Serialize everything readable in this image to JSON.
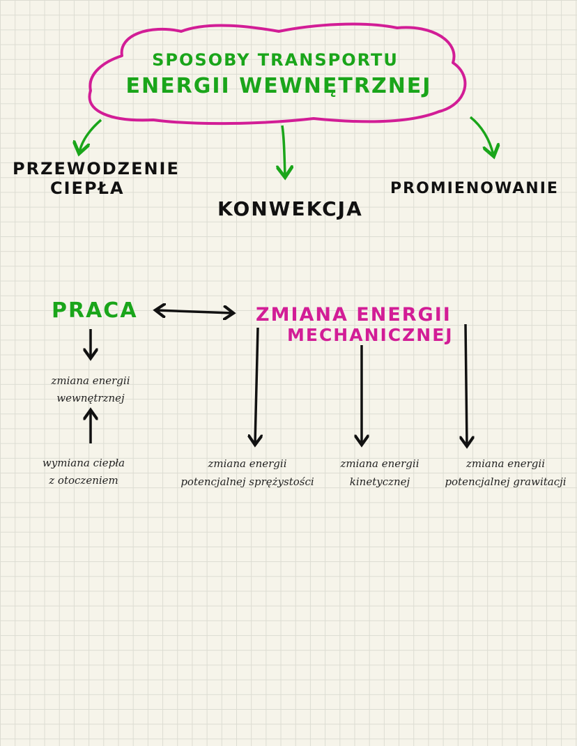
{
  "colors": {
    "green": "#1aa51a",
    "magenta": "#d21d96",
    "ink": "#111111"
  },
  "title": {
    "line1": "SPOSOBY TRANSPORTU",
    "line2": "ENERGII WEWNĘTRZNEJ"
  },
  "methods": {
    "conduction_line1": "PRZEWODZENIE",
    "conduction_line2": "CIEPŁA",
    "convection": "KONWEKCJA",
    "radiation": "PROMIENOWANIE"
  },
  "work": {
    "label": "PRACA",
    "result_line1": "zmiana energii",
    "result_line2": "wewnętrznej",
    "heat_line1": "wymiana ciepła",
    "heat_line2": "z otoczeniem"
  },
  "mechanical": {
    "label_line1": "ZMIANA ENERGII",
    "label_line2": "MECHANICZNEJ",
    "branches": [
      {
        "line1": "zmiana energii",
        "line2": "potencjalnej sprężystości"
      },
      {
        "line1": "zmiana energii",
        "line2": "kinetycznej"
      },
      {
        "line1": "zmiana energii",
        "line2": "potencjalnej grawitacji"
      }
    ]
  }
}
